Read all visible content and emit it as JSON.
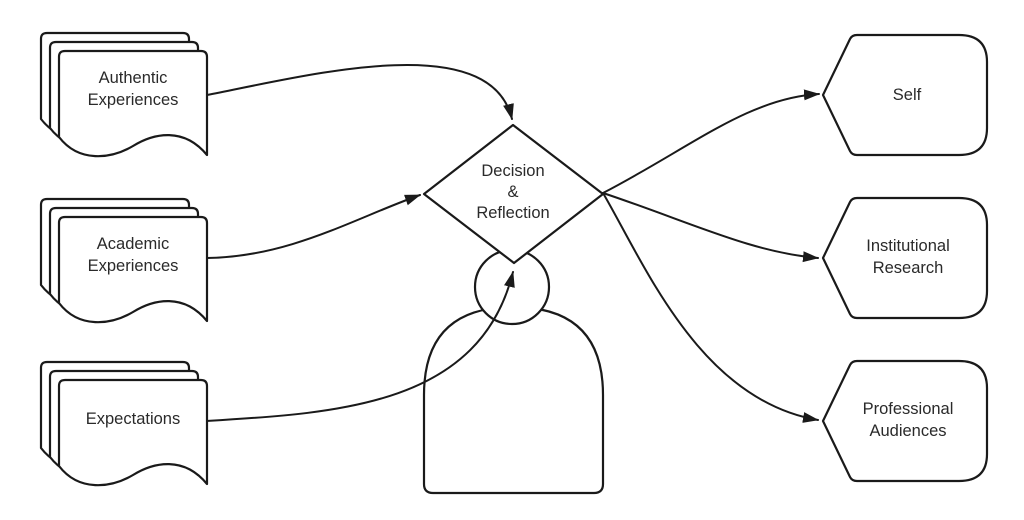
{
  "diagram": {
    "title": "decision-reflection-flow",
    "background_color": "#ffffff",
    "stroke_color": "#1a1a1a",
    "text_color": "#2a2a2a"
  },
  "inputs": [
    {
      "id": "authentic-experiences",
      "label_lines": [
        "Authentic",
        "Experiences"
      ]
    },
    {
      "id": "academic-experiences",
      "label_lines": [
        "Academic",
        "Experiences"
      ]
    },
    {
      "id": "expectations",
      "label_lines": [
        "Expectations"
      ]
    }
  ],
  "decision": {
    "id": "decision-reflection",
    "label_lines": [
      "Decision",
      "&",
      "Reflection"
    ]
  },
  "outputs": [
    {
      "id": "self",
      "label_lines": [
        "Self"
      ]
    },
    {
      "id": "institutional-research",
      "label_lines": [
        "Institutional",
        "Research"
      ]
    },
    {
      "id": "professional-audiences",
      "label_lines": [
        "Professional",
        "Audiences"
      ]
    }
  ]
}
